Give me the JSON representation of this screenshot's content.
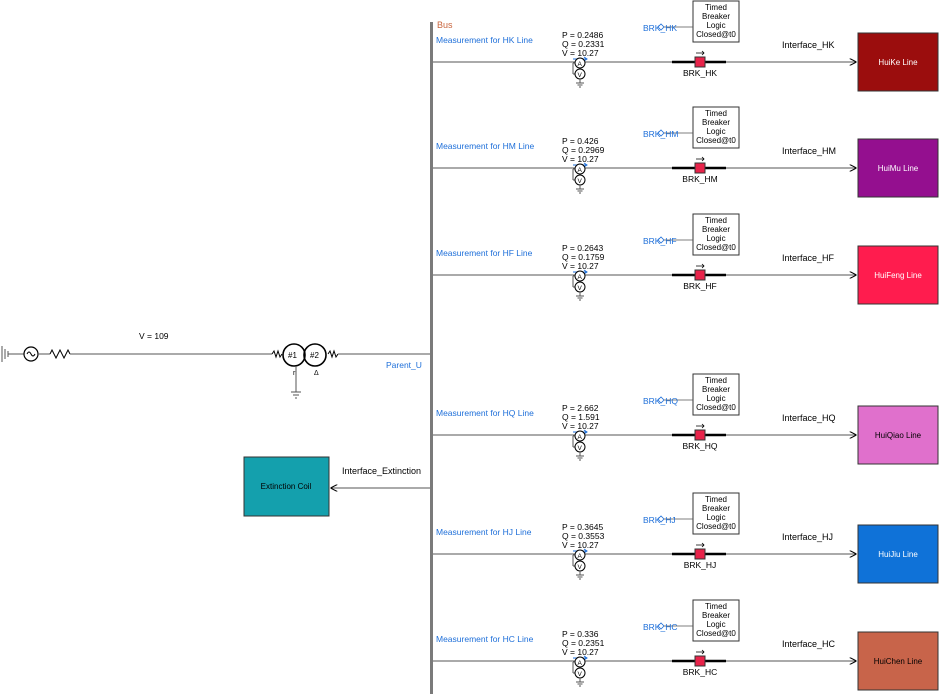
{
  "bus": {
    "label": "Bus"
  },
  "source": {
    "voltage_label": "V = 109"
  },
  "transformer": {
    "w1": "#1",
    "w2": "#2",
    "w1_conn": "r",
    "w2_conn": "Δ"
  },
  "parent": {
    "label": "Parent_U"
  },
  "extinction": {
    "block_label": "Extinction Coil",
    "interface_label": "Interface_Extinction",
    "color": "#14a0ad"
  },
  "feeders": [
    {
      "id": "hk",
      "measurement_label": "Measurement for HK Line",
      "p": "P = 0.2486",
      "q": "Q = 0.2331",
      "v": "V = 10.27",
      "brk_signal": "BRK_HK",
      "brk_name": "BRK_HK",
      "interface_label": "Interface_HK",
      "load_name": "HuiKe Line",
      "load_color": "#9b0d0d",
      "load_text_color": "#ffffff"
    },
    {
      "id": "hm",
      "measurement_label": "Measurement for HM Line",
      "p": "P = 0.426",
      "q": "Q = 0.2969",
      "v": "V = 10.27",
      "brk_signal": "BRK_HM",
      "brk_name": "BRK_HM",
      "interface_label": "Interface_HM",
      "load_name": "HuiMu Line",
      "load_color": "#940f8f",
      "load_text_color": "#ffffff"
    },
    {
      "id": "hf",
      "measurement_label": "Measurement for HF Line",
      "p": "P = 0.2643",
      "q": "Q = 0.1759",
      "v": "V = 10.27",
      "brk_signal": "BRK_HF",
      "brk_name": "BRK_HF",
      "interface_label": "Interface_HF",
      "load_name": "HuiFeng Line",
      "load_color": "#ff1c4e",
      "load_text_color": "#ffffff"
    },
    {
      "id": "hq",
      "measurement_label": "Measurement for HQ Line",
      "p": "P = 2.662",
      "q": "Q = 1.591",
      "v": "V = 10.27",
      "brk_signal": "BRK_HQ",
      "brk_name": "BRK_HQ",
      "interface_label": "Interface_HQ",
      "load_name": "HuiQiao Line",
      "load_color": "#e070cc",
      "load_text_color": "#000000"
    },
    {
      "id": "hj",
      "measurement_label": "Measurement for HJ Line",
      "p": "P = 0.3645",
      "q": "Q = 0.3553",
      "v": "V = 10.27",
      "brk_signal": "BRK_HJ",
      "brk_name": "BRK_HJ",
      "interface_label": "Interface_HJ",
      "load_name": "HuiJiu Line",
      "load_color": "#0f72d8",
      "load_text_color": "#ffffff"
    },
    {
      "id": "hc",
      "measurement_label": "Measurement for HC Line",
      "p": "P = 0.336",
      "q": "Q = 0.2351",
      "v": "V = 10.27",
      "brk_signal": "BRK_HC",
      "brk_name": "BRK_HC",
      "interface_label": "Interface_HC",
      "load_name": "HuiChen Line",
      "load_color": "#c8644a",
      "load_text_color": "#000000"
    }
  ],
  "logic_block": {
    "line1": "Timed",
    "line2": "Breaker",
    "line3": "Logic",
    "line4": "Closed@t0"
  },
  "meters": {
    "ammeter": "A",
    "voltmeter": "V"
  },
  "colors": {
    "breaker": "#e8234a",
    "signal": "#1e6fd9",
    "line": "#555555",
    "bus_bar": "#7a7a7a"
  }
}
